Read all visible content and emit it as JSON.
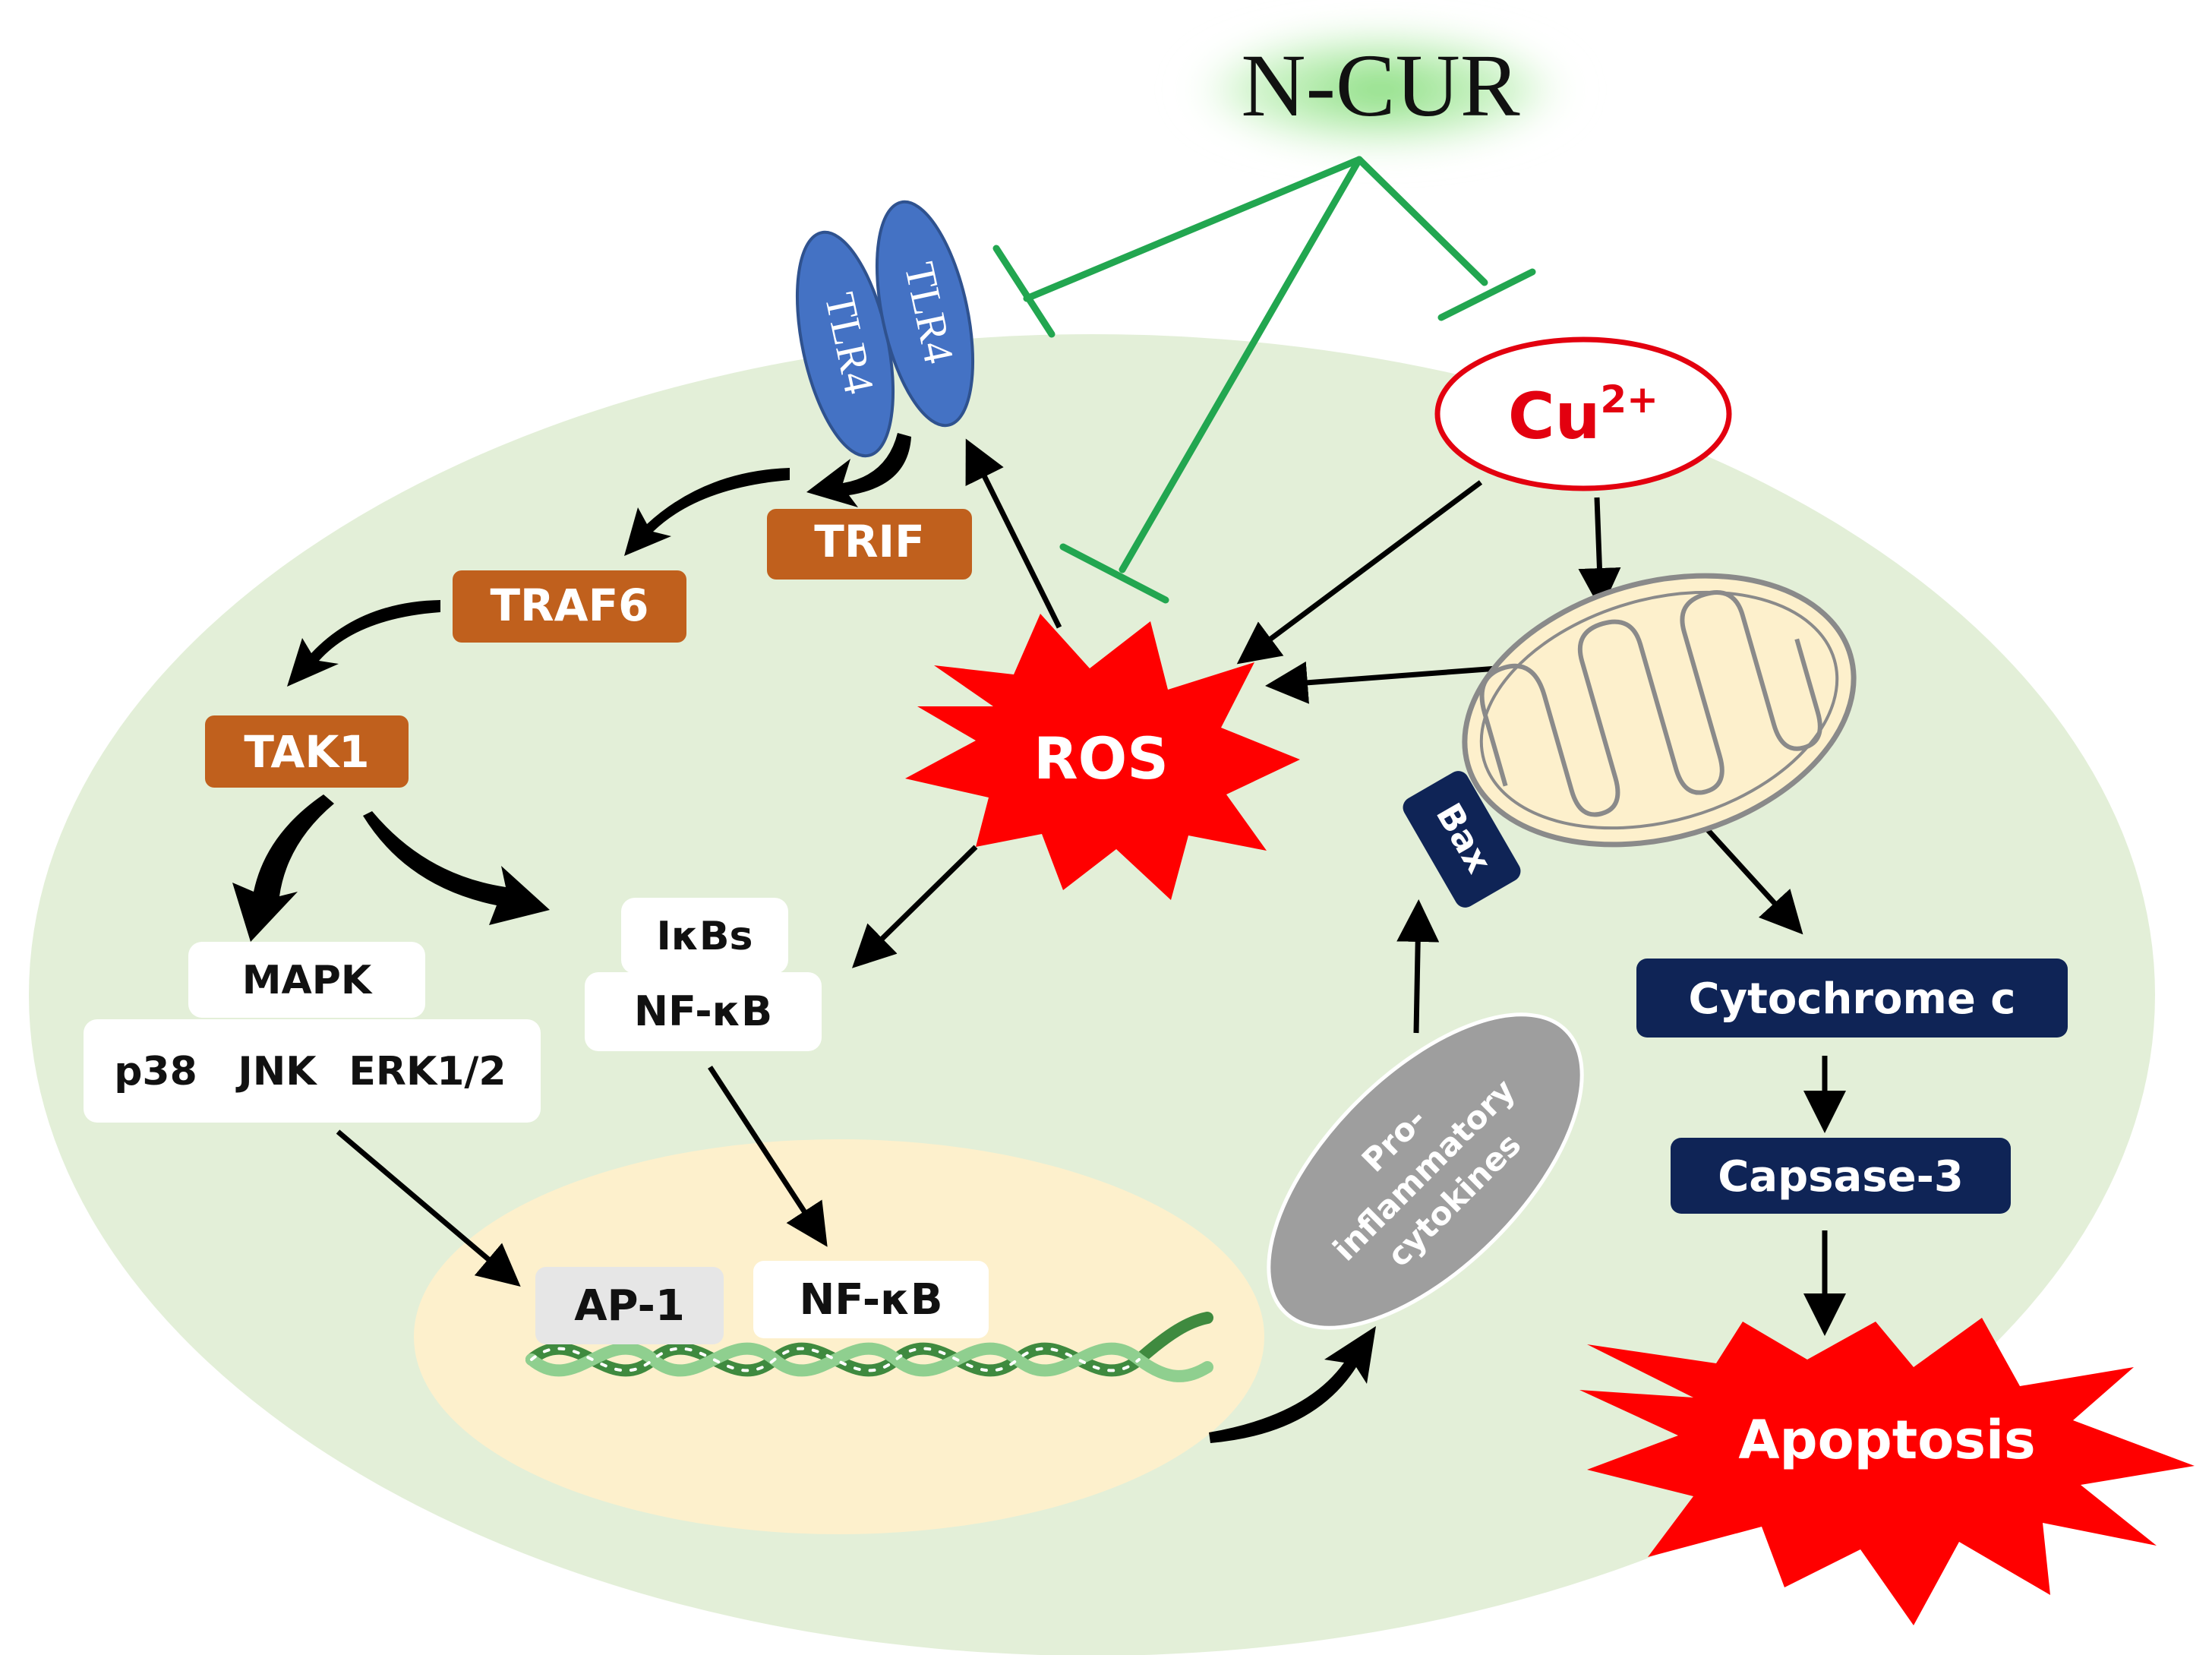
{
  "labels": {
    "ncur": "N-CUR",
    "tlr4_a": "TLR4",
    "tlr4_b": "TLR4",
    "trif": "TRIF",
    "traf6": "TRAF6",
    "tak1": "TAK1",
    "ros": "ROS",
    "cu": "Cu",
    "cu_charge": "2+",
    "bax": "Bax",
    "mapk": "MAPK",
    "p38": "p38",
    "jnk": "JNK",
    "erk": "ERK1/2",
    "ikbs": "IκBs",
    "nfkb_cyto": "NF-κB",
    "ap1": "AP-1",
    "nfkb_nuc": "NF-κB",
    "pro": "Pro-",
    "inflammatory": "inflammatory",
    "cytokines": "cytokines",
    "cytochrome": "Cytochrome c",
    "caspase": "Capsase-3",
    "apoptosis": "Apoptosis"
  },
  "colors": {
    "cell": "#e3efd8",
    "nucleus": "#fdf0cc",
    "tlr4": "#4472c4",
    "orange_box": "#c0601d",
    "navy_box": "#0f2456",
    "ros_star": "#ff0000",
    "inhibit_line": "#22a650",
    "ncur_glow": "#8fe08a",
    "cu_ring": "#e3000f",
    "grey_ellipse": "#9e9e9e",
    "mito_fill": "#fdf0cc",
    "dna": "#5aa35a",
    "ap1_box": "#e6e6e6"
  }
}
